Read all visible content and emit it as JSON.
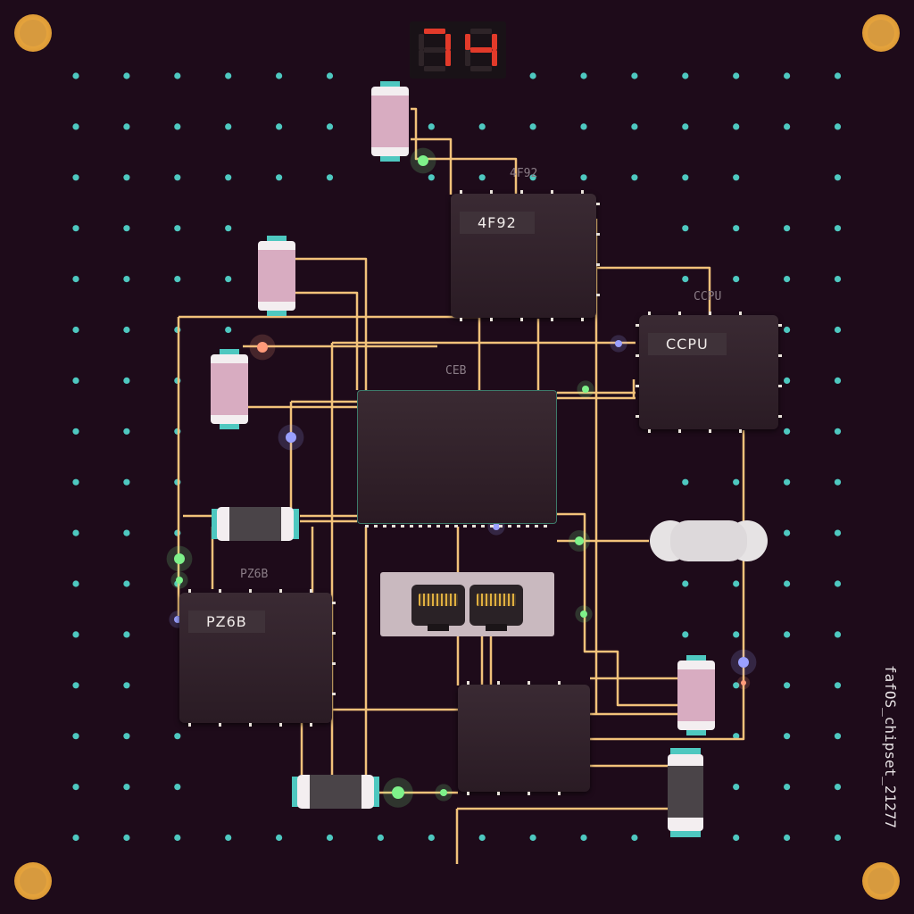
{
  "score_display": {
    "value": "74"
  },
  "side_label": "fafOS_chipset_21277",
  "chips": {
    "chip_4f92": {
      "label": "4F92",
      "silk": "4F92"
    },
    "chip_ccpu": {
      "label": "CCPU",
      "silk": "CCPU"
    },
    "chip_pz6b": {
      "label": "PZ6B",
      "silk": "PZ6B"
    },
    "chip_main": {
      "silk": "CEB"
    }
  },
  "colors": {
    "board": "#1e0b1a",
    "trace": "#f2c27a",
    "via": "#4ec8c0",
    "segment_on": "#e23a2a",
    "segment_off": "#2e2428",
    "led_green": "#7ef28a",
    "led_blue": "#9aa0ff",
    "led_red": "#ff9a7a"
  },
  "icons": [
    "screw-icon",
    "capacitor-icon",
    "resistor-icon",
    "cloud-icon",
    "rj45-port-icon",
    "seven-segment-digit-icon",
    "led-icon",
    "via-icon"
  ]
}
